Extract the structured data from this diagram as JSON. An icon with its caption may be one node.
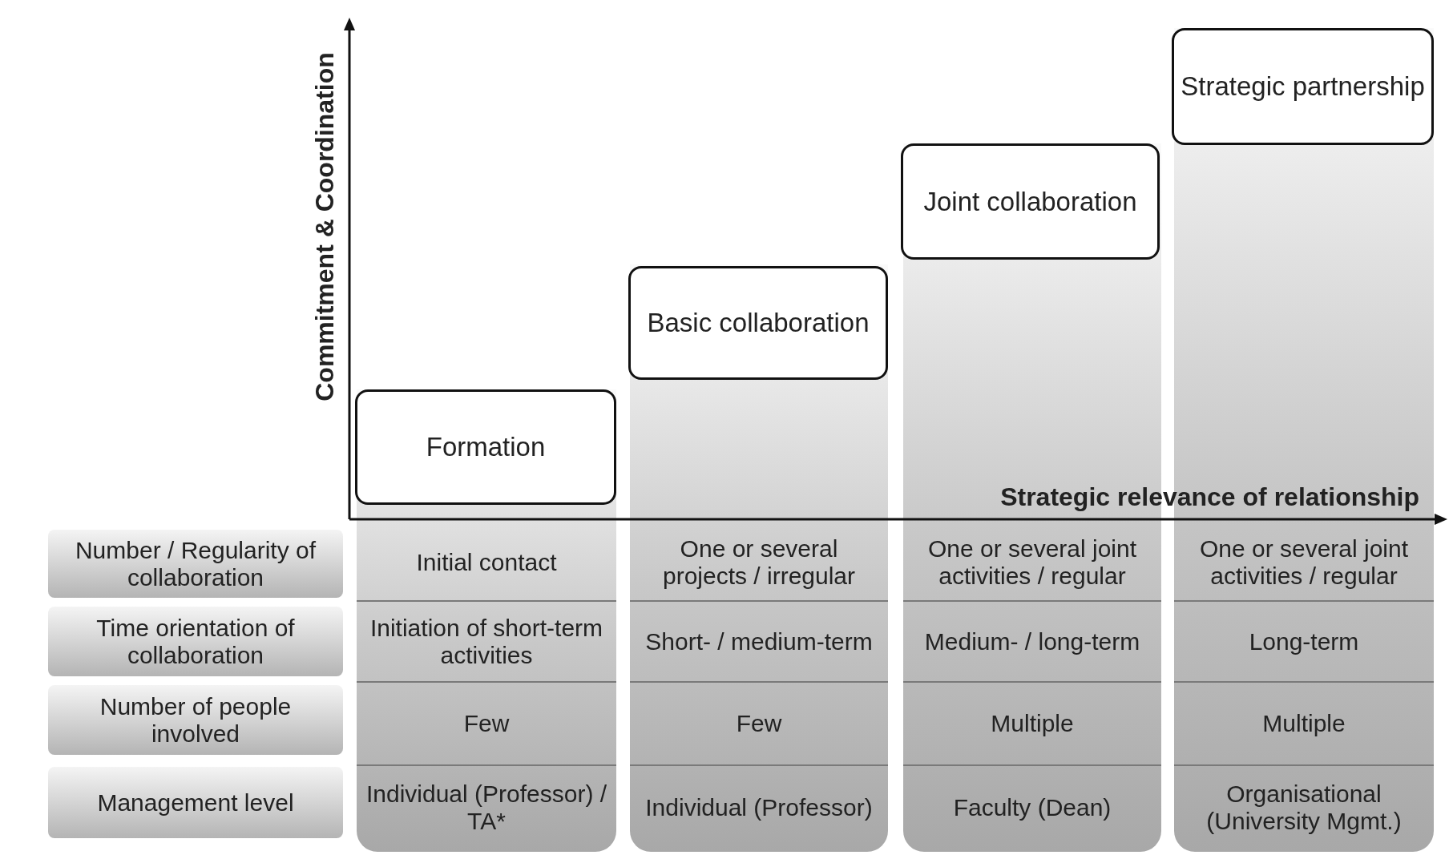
{
  "diagram": {
    "nodes": [
      {
        "text": [
          "Formation"
        ]
      },
      {
        "text": [
          "Basic collaboration"
        ]
      },
      {
        "text": [
          "Joint collaboration"
        ]
      },
      {
        "text": [
          "Strategic partnership"
        ]
      },
      {
        "text": [
          "Number / Regularity of collaboration"
        ]
      },
      {
        "text": [
          "Time orientation of collaboration"
        ]
      },
      {
        "text": [
          "Number of people involved"
        ]
      },
      {
        "text": [
          "Management level"
        ]
      }
    ],
    "edges": [],
    "labels": [
      "Commitment & Coordination",
      "Strategic relevance of relationship",
      "Initial contact",
      "One or several projects / irregular",
      "One or several joint activities / regular",
      "One or several joint activities / regular",
      "Initiation of short-term activities",
      "Short- / medium-term",
      "Medium- / long-term",
      "Long-term",
      "Few",
      "Few",
      "Multiple",
      "Multiple",
      "Individual (Professor) / TA*",
      "Individual (Professor)",
      "Faculty (Dean)",
      "Organisational (University Mgmt.)"
    ]
  }
}
